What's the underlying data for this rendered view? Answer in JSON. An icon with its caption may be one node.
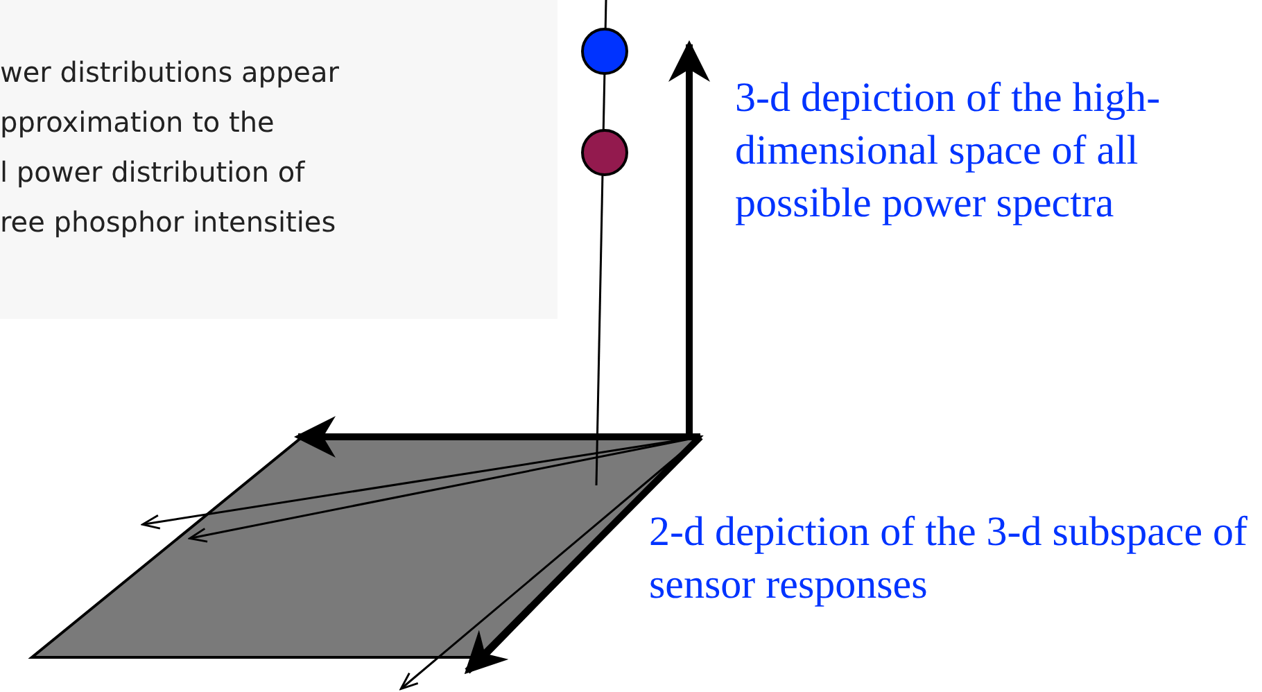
{
  "diagram": {
    "labels": [
      "wer distributions appear",
      "pproximation to the",
      "l power distribution of",
      "ree phosphor intensities",
      "3-d depiction of the high-dimensional space of all possible power spectra",
      "2-d depiction of the 3-d subspace of sensor responses"
    ]
  }
}
